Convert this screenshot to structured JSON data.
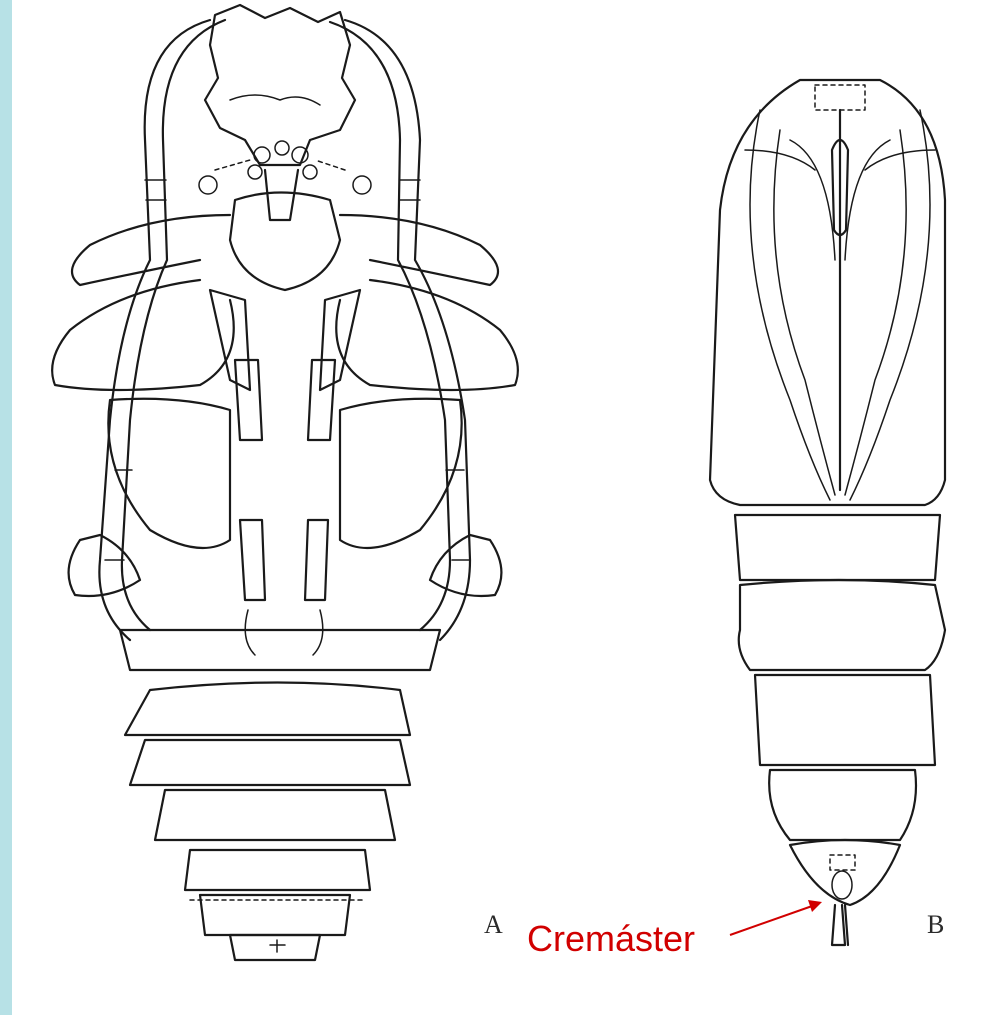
{
  "figure": {
    "label_a": "A",
    "label_b": "B",
    "callout": "Cremáster"
  },
  "colors": {
    "side_band": "#b7e1e6",
    "callout": "#d10000",
    "ink": "#1a1a1a"
  }
}
